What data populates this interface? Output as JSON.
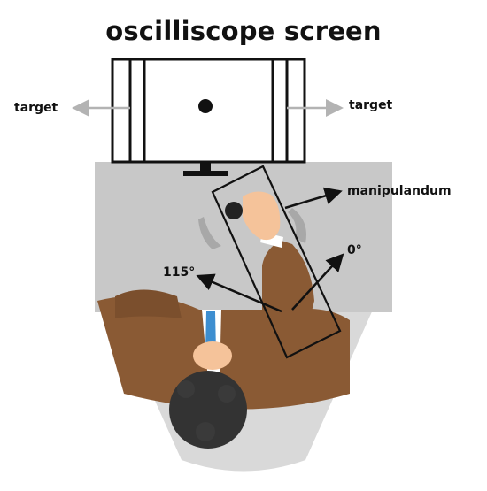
{
  "title": "oscilliscope screen",
  "labels": {
    "target_left": "target",
    "target_right": "target",
    "manipulandum": "manipulandum",
    "angle_start": "115°",
    "angle_end": "0°"
  },
  "colors": {
    "desk": "#c8c8c8",
    "chair": "#d9d9d9",
    "suit": "#8a5a34",
    "skin": "#f5c39a",
    "hair": "#333333",
    "tie": "#3d8ed0",
    "arrow_gray": "#b3b3b3",
    "outline": "#111111"
  }
}
